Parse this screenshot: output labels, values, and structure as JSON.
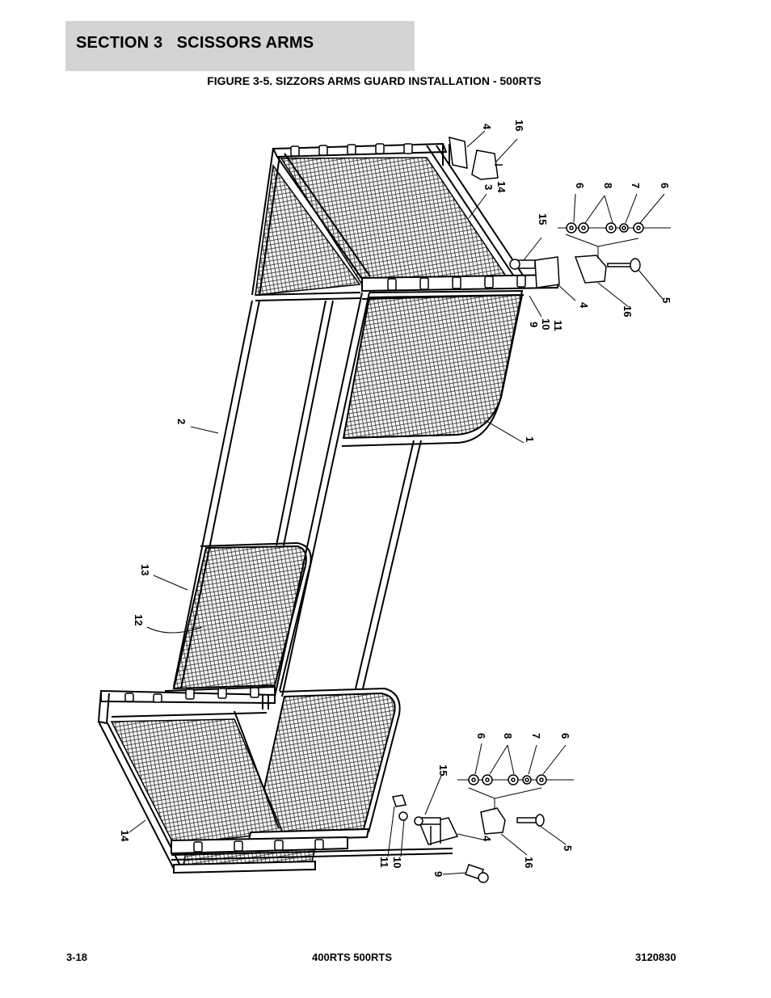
{
  "section": {
    "title": "SECTION 3   SCISSORS ARMS"
  },
  "figure": {
    "caption": "FIGURE 3-5. SIZZORS ARMS GUARD INSTALLATION - 500RTS"
  },
  "callouts": [
    "4",
    "16",
    "3",
    "14",
    "6",
    "8",
    "7",
    "6",
    "15",
    "4",
    "16",
    "5",
    "9",
    "10",
    "11",
    "2",
    "1",
    "13",
    "12",
    "14",
    "6",
    "8",
    "7",
    "6",
    "15",
    "11",
    "10",
    "4",
    "16",
    "5",
    "9"
  ],
  "footer": {
    "page_number": "3-18",
    "models": "400RTS 500RTS",
    "document_number": "3120830"
  },
  "colors": {
    "header_background": "#d4d4d4",
    "line": "#000000",
    "mesh": "#3a3a3a"
  }
}
